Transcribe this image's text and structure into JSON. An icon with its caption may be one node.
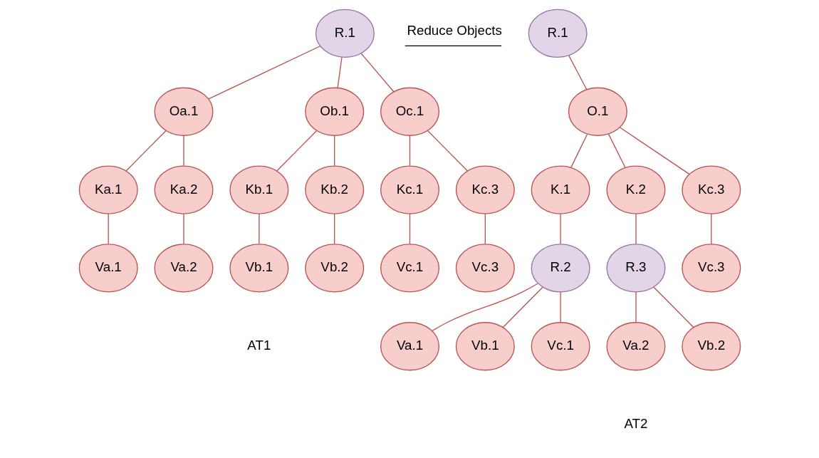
{
  "diagram": {
    "nodes": [
      {
        "text": [
          "R.1"
        ]
      },
      {
        "text": [
          "Oa.1"
        ]
      },
      {
        "text": [
          "Ob.1"
        ]
      },
      {
        "text": [
          "Oc.1"
        ]
      },
      {
        "text": [
          "Ka.1"
        ]
      },
      {
        "text": [
          "Ka.2"
        ]
      },
      {
        "text": [
          "Kb.1"
        ]
      },
      {
        "text": [
          "Kb.2"
        ]
      },
      {
        "text": [
          "Kc.1"
        ]
      },
      {
        "text": [
          "Kc.3"
        ]
      },
      {
        "text": [
          "Va.1"
        ]
      },
      {
        "text": [
          "Va.2"
        ]
      },
      {
        "text": [
          "Vb.1"
        ]
      },
      {
        "text": [
          "Vb.2"
        ]
      },
      {
        "text": [
          "Vc.1"
        ]
      },
      {
        "text": [
          "Vc.3"
        ]
      },
      {
        "text": [
          "R.1"
        ]
      },
      {
        "text": [
          "O.1"
        ]
      },
      {
        "text": [
          "K.1"
        ]
      },
      {
        "text": [
          "K.2"
        ]
      },
      {
        "text": [
          "Kc.3"
        ]
      },
      {
        "text": [
          "R.2"
        ]
      },
      {
        "text": [
          "R.3"
        ]
      },
      {
        "text": [
          "Vc.3"
        ]
      },
      {
        "text": [
          "Va.1"
        ]
      },
      {
        "text": [
          "Vb.1"
        ]
      },
      {
        "text": [
          "Vc.1"
        ]
      },
      {
        "text": [
          "Va.2"
        ]
      },
      {
        "text": [
          "Vb.2"
        ]
      }
    ],
    "edges": [
      {
        "from": 0,
        "to": 1,
        "arrow": "none"
      },
      {
        "from": 0,
        "to": 2,
        "arrow": "none"
      },
      {
        "from": 0,
        "to": 3,
        "arrow": "none"
      },
      {
        "from": 1,
        "to": 4,
        "arrow": "none"
      },
      {
        "from": 1,
        "to": 5,
        "arrow": "none"
      },
      {
        "from": 2,
        "to": 6,
        "arrow": "none"
      },
      {
        "from": 2,
        "to": 7,
        "arrow": "none"
      },
      {
        "from": 3,
        "to": 8,
        "arrow": "none"
      },
      {
        "from": 3,
        "to": 9,
        "arrow": "none"
      },
      {
        "from": 4,
        "to": 10,
        "arrow": "none"
      },
      {
        "from": 5,
        "to": 11,
        "arrow": "none"
      },
      {
        "from": 6,
        "to": 12,
        "arrow": "none"
      },
      {
        "from": 7,
        "to": 13,
        "arrow": "none"
      },
      {
        "from": 8,
        "to": 14,
        "arrow": "none"
      },
      {
        "from": 9,
        "to": 15,
        "arrow": "none"
      },
      {
        "from": 16,
        "to": 17,
        "arrow": "none"
      },
      {
        "from": 17,
        "to": 18,
        "arrow": "none"
      },
      {
        "from": 17,
        "to": 19,
        "arrow": "none"
      },
      {
        "from": 17,
        "to": 20,
        "arrow": "none"
      },
      {
        "from": 18,
        "to": 21,
        "arrow": "none"
      },
      {
        "from": 19,
        "to": 22,
        "arrow": "none"
      },
      {
        "from": 20,
        "to": 23,
        "arrow": "none"
      },
      {
        "from": 21,
        "to": 24,
        "arrow": "none"
      },
      {
        "from": 21,
        "to": 25,
        "arrow": "none"
      },
      {
        "from": 21,
        "to": 26,
        "arrow": "none"
      },
      {
        "from": 22,
        "to": 27,
        "arrow": "none"
      },
      {
        "from": 22,
        "to": 28,
        "arrow": "none"
      }
    ],
    "labels": [
      "Reduce Objects",
      "AT1",
      "AT2"
    ]
  }
}
